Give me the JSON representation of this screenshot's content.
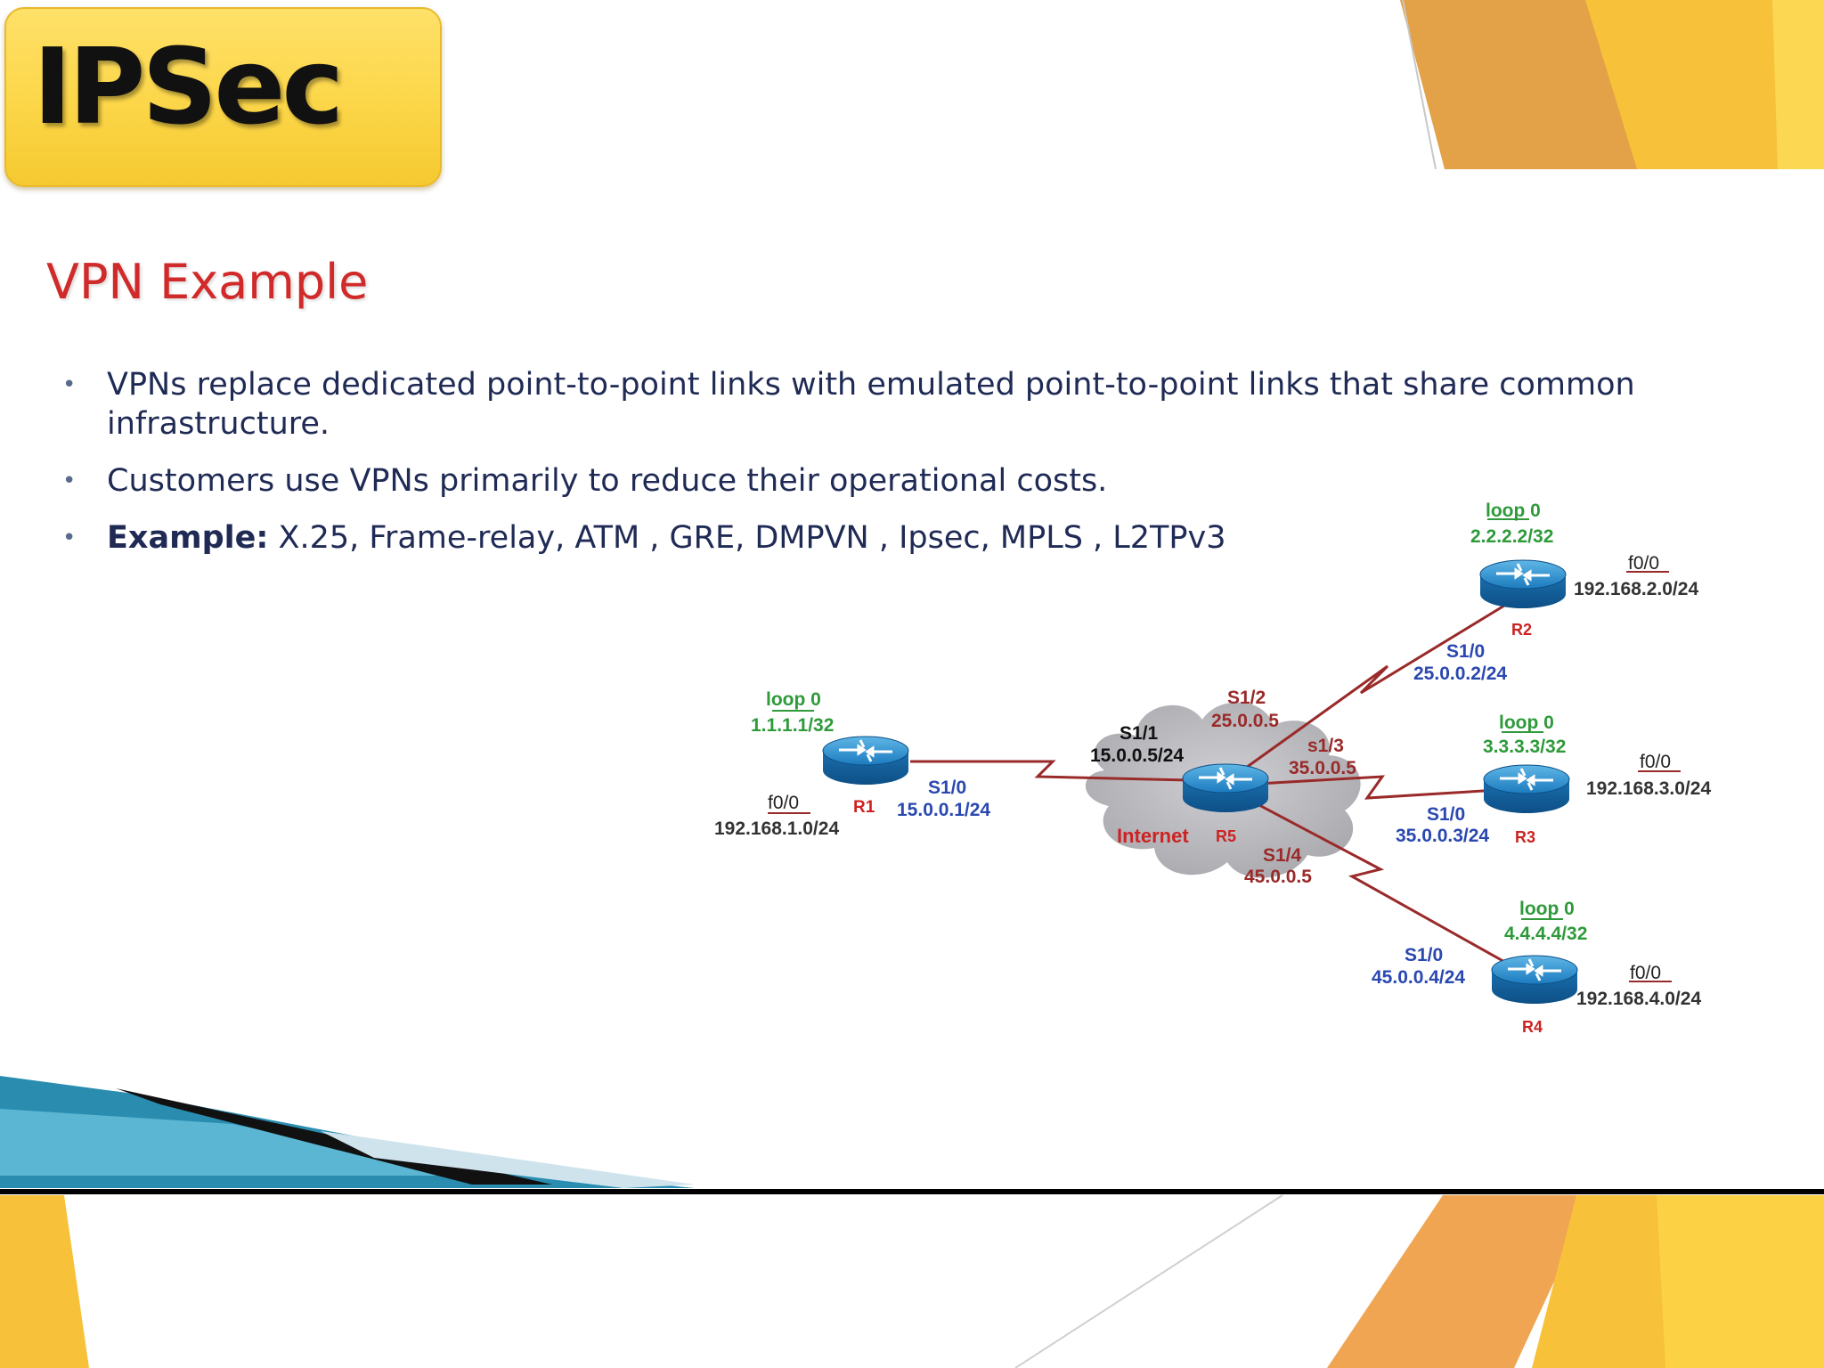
{
  "title": "IPSec",
  "heading": "VPN Example",
  "bullets": [
    {
      "text": "VPNs replace dedicated point-to-point links with emulated point-to-point links that share common infrastructure."
    },
    {
      "text": "Customers use VPNs primarily to reduce their operational costs."
    },
    {
      "prefix": "Example:",
      "text": " X.25, Frame-relay, ATM ,  GRE, DMPVN , Ipsec, MPLS , L2TPv3"
    }
  ],
  "colors": {
    "label_green": "#2e9a3a",
    "label_blue": "#2a48b0",
    "label_red": "#cc2222",
    "link": "#9a2a2a",
    "router": "#1e7fbf",
    "cloud": "#b9b9bd"
  },
  "diagram": {
    "cloud_label": "Internet",
    "routers": [
      {
        "id": "R1",
        "label": "R1",
        "loop_label": "loop 0",
        "loop_ip": "1.1.1.1/32",
        "lan_if": "f0/0",
        "lan_net": "192.168.1.0/24",
        "wan_if": "S1/0",
        "wan_ip": "15.0.0.1/24"
      },
      {
        "id": "R2",
        "label": "R2",
        "loop_label": "loop 0",
        "loop_ip": "2.2.2.2/32",
        "lan_if": "f0/0",
        "lan_net": "192.168.2.0/24",
        "wan_if": "S1/0",
        "wan_ip": "25.0.0.2/24"
      },
      {
        "id": "R3",
        "label": "R3",
        "loop_label": "loop 0",
        "loop_ip": "3.3.3.3/32",
        "lan_if": "f0/0",
        "lan_net": "192.168.3.0/24",
        "wan_if": "S1/0",
        "wan_ip": "35.0.0.3/24"
      },
      {
        "id": "R4",
        "label": "R4",
        "loop_label": "loop 0",
        "loop_ip": "4.4.4.4/32",
        "lan_if": "f0/0",
        "lan_net": "192.168.4.0/24",
        "wan_if": "S1/0",
        "wan_ip": "45.0.0.4/24"
      },
      {
        "id": "R5",
        "label": "R5"
      }
    ],
    "hub_interfaces": [
      {
        "if": "S1/1",
        "ip": "15.0.0.5/24"
      },
      {
        "if": "S1/2",
        "ip": "25.0.0.5"
      },
      {
        "if": "s1/3",
        "ip": "35.0.0.5"
      },
      {
        "if": "S1/4",
        "ip": "45.0.0.5"
      }
    ]
  }
}
